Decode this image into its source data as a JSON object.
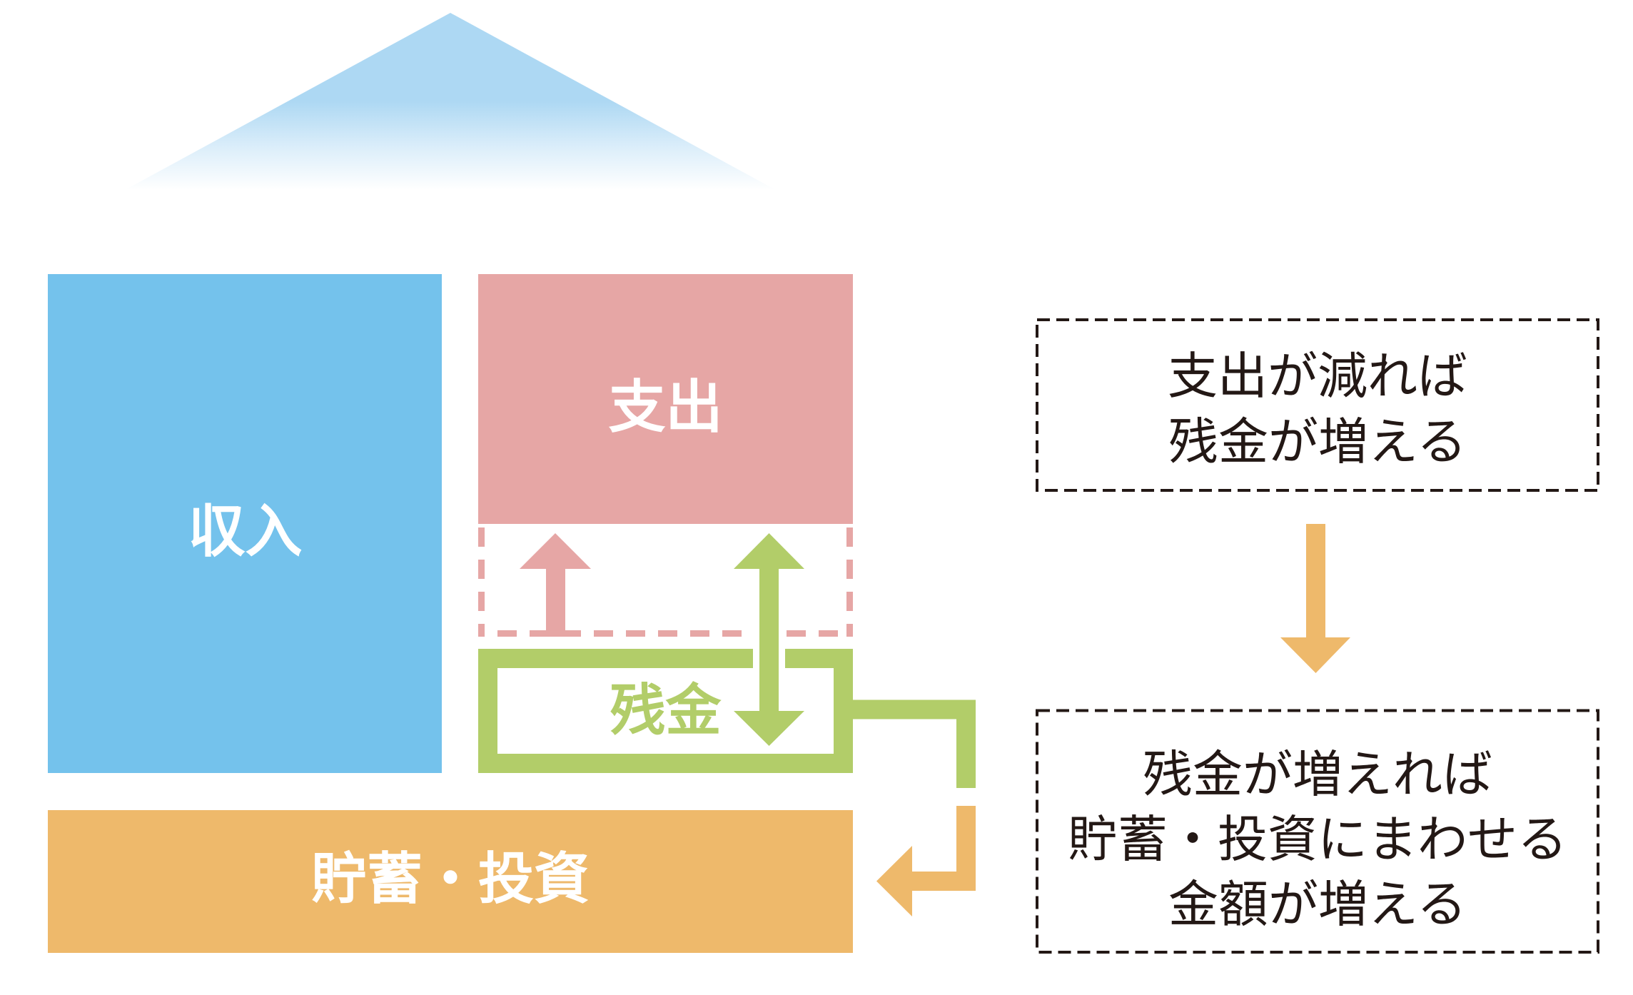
{
  "diagram": {
    "blocks": {
      "income": {
        "label": "収入"
      },
      "expenses": {
        "label": "支出"
      },
      "balance": {
        "label": "残金"
      },
      "savings": {
        "label": "貯蓄・投資"
      }
    },
    "notes": [
      {
        "lines": [
          "支出が減れば",
          "残金が増える"
        ]
      },
      {
        "lines": [
          "残金が増えれば",
          "貯蓄・投資にまわせる",
          "金額が増える"
        ]
      }
    ],
    "arrows": [
      {
        "name": "expenses-decrease-arrow",
        "direction": "up"
      },
      {
        "name": "balance-change-arrow",
        "direction": "up-down"
      },
      {
        "name": "balance-to-savings-connector",
        "direction": "right-down"
      },
      {
        "name": "savings-inflow-arrow",
        "direction": "down-left"
      },
      {
        "name": "notes-flow-arrow",
        "direction": "down"
      }
    ]
  },
  "colors": {
    "roof": "#ADD8F3",
    "income": "#74C2EC",
    "expenses": "#E6A6A5",
    "balance": "#B2CD69",
    "savings": "#EEB96B",
    "note_border": "#231815",
    "background": "#FFFFFF"
  }
}
